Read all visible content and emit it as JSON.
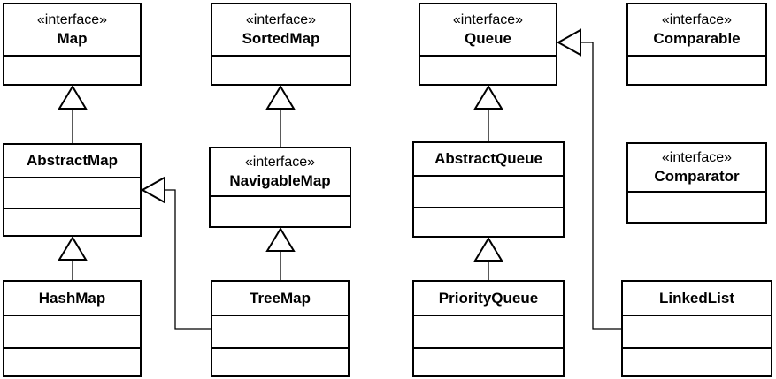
{
  "diagram_type": "uml-class-diagram",
  "colors": {
    "background": "#ffffff",
    "box_fill": "#ffffff",
    "line": "#000000",
    "text": "#000000"
  },
  "classes": [
    {
      "stereotype": "«interface»",
      "name": "Map"
    },
    {
      "stereotype": "«interface»",
      "name": "SortedMap"
    },
    {
      "stereotype": "«interface»",
      "name": "Queue"
    },
    {
      "stereotype": "«interface»",
      "name": "Comparable"
    },
    {
      "name": "AbstractMap"
    },
    {
      "stereotype": "«interface»",
      "name": "NavigableMap"
    },
    {
      "name": "AbstractQueue"
    },
    {
      "stereotype": "«interface»",
      "name": "Comparator"
    },
    {
      "name": "HashMap"
    },
    {
      "name": "TreeMap"
    },
    {
      "name": "PriorityQueue"
    },
    {
      "name": "LinkedList"
    }
  ],
  "relationships": [
    {
      "from": "AbstractMap",
      "to": "Map",
      "type": "generalization"
    },
    {
      "from": "NavigableMap",
      "to": "SortedMap",
      "type": "generalization"
    },
    {
      "from": "AbstractQueue",
      "to": "Queue",
      "type": "generalization"
    },
    {
      "from": "HashMap",
      "to": "AbstractMap",
      "type": "generalization"
    },
    {
      "from": "TreeMap",
      "to": "NavigableMap",
      "type": "generalization"
    },
    {
      "from": "TreeMap",
      "to": "AbstractMap",
      "type": "generalization"
    },
    {
      "from": "PriorityQueue",
      "to": "AbstractQueue",
      "type": "generalization"
    },
    {
      "from": "LinkedList",
      "to": "Queue",
      "type": "generalization"
    }
  ]
}
